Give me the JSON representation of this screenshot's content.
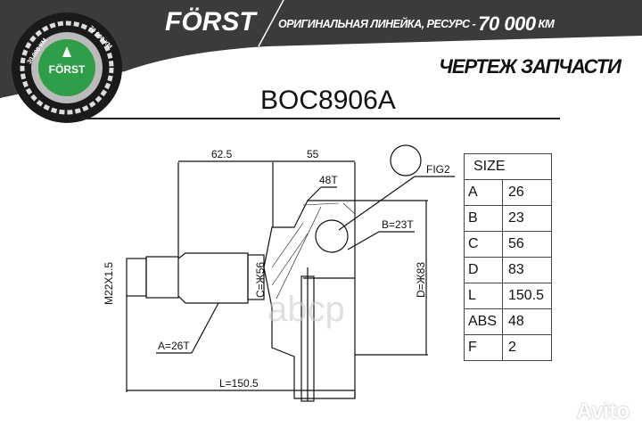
{
  "header": {
    "brand": "FÖRST",
    "tagline": "ОРИГИНАЛЬНАЯ ЛИНЕЙКА, РЕСУРС - ",
    "tagline_value": "70 000",
    "tagline_unit": "КМ"
  },
  "logo": {
    "left_text": "30 000 КМ",
    "right_text": "70 000 КМ",
    "inner_left": "ГАРАНТИЯ",
    "inner_right": "РЕСУРС",
    "center": "FÖRST",
    "colors": {
      "ring": "#1a1a1a",
      "green": "#2e9e48"
    }
  },
  "drawing_title": "ЧЕРТЕЖ ЗАПЧАСТИ",
  "part_number": "BOC8906A",
  "drawing": {
    "dim_625": "62.5",
    "dim_55": "55",
    "teeth_48": "48T",
    "fig": "FIG2",
    "b": "B=23T",
    "c": "C=Ж56",
    "d": "D=Ж83",
    "m": "M22X1.5",
    "a": "A=26T",
    "l": "L=150.5",
    "watermark": "abcp"
  },
  "size_table": {
    "header": "SIZE",
    "rows": [
      [
        "A",
        "26"
      ],
      [
        "B",
        "23"
      ],
      [
        "C",
        "56"
      ],
      [
        "D",
        "83"
      ],
      [
        "L",
        "150.5"
      ],
      [
        "ABS",
        "48"
      ],
      [
        "F",
        "2"
      ]
    ]
  },
  "watermark": "Avito"
}
